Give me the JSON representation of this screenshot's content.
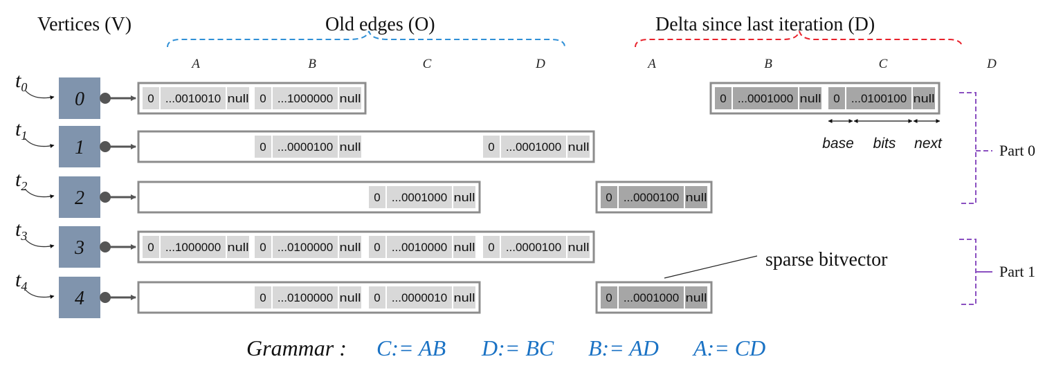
{
  "headings": {
    "vertices": "Vertices (V)",
    "old_edges": "Old edges (O)",
    "delta": "Delta since last iteration (D)"
  },
  "old_columns": [
    "A",
    "B",
    "C",
    "D"
  ],
  "delta_columns": [
    "A",
    "B",
    "C",
    "D"
  ],
  "vertices": [
    {
      "t": "t",
      "sub": "0",
      "id": "0"
    },
    {
      "t": "t",
      "sub": "1",
      "id": "1"
    },
    {
      "t": "t",
      "sub": "2",
      "id": "2"
    },
    {
      "t": "t",
      "sub": "3",
      "id": "3"
    },
    {
      "t": "t",
      "sub": "4",
      "id": "4"
    }
  ],
  "old_rows": [
    {
      "row": 0,
      "entries": [
        {
          "col": 0,
          "base": "0",
          "bits": "...0010010",
          "next": "null"
        },
        {
          "col": 1,
          "base": "0",
          "bits": "...1000000",
          "next": "null"
        }
      ]
    },
    {
      "row": 1,
      "entries": [
        {
          "col": 1,
          "base": "0",
          "bits": "...0000100",
          "next": "null"
        },
        {
          "col": 3,
          "base": "0",
          "bits": "...0001000",
          "next": "null"
        }
      ]
    },
    {
      "row": 2,
      "entries": [
        {
          "col": 2,
          "base": "0",
          "bits": "...0001000",
          "next": "null"
        }
      ]
    },
    {
      "row": 3,
      "entries": [
        {
          "col": 0,
          "base": "0",
          "bits": "...1000000",
          "next": "null"
        },
        {
          "col": 1,
          "base": "0",
          "bits": "...0100000",
          "next": "null"
        },
        {
          "col": 2,
          "base": "0",
          "bits": "...0010000",
          "next": "null"
        },
        {
          "col": 3,
          "base": "0",
          "bits": "...0000100",
          "next": "null"
        }
      ]
    },
    {
      "row": 4,
      "entries": [
        {
          "col": 1,
          "base": "0",
          "bits": "...0100000",
          "next": "null"
        },
        {
          "col": 2,
          "base": "0",
          "bits": "...0000010",
          "next": "null"
        }
      ]
    }
  ],
  "delta_rows": [
    {
      "row": 0,
      "entries": [
        {
          "col": 1,
          "base": "0",
          "bits": "...0001000",
          "next": "null"
        },
        {
          "col": 2,
          "base": "0",
          "bits": "...0100100",
          "next": "null"
        }
      ]
    },
    {
      "row": 2,
      "entries": [
        {
          "col": 0,
          "base": "0",
          "bits": "...0000100",
          "next": "null"
        }
      ]
    },
    {
      "row": 4,
      "entries": [
        {
          "col": 0,
          "base": "0",
          "bits": "...0001000",
          "next": "null"
        }
      ]
    }
  ],
  "field_labels": {
    "base": "base",
    "bits": "bits",
    "next": "next"
  },
  "annotation": "sparse bitvector",
  "parts": [
    "Part 0",
    "Part 1"
  ],
  "grammar": {
    "label": "Grammar :",
    "rules": [
      "C:= AB",
      "D:= BC",
      "B:= AD",
      "A:= CD"
    ]
  },
  "colors": {
    "vertex_fill": "#8094ad",
    "cell_light": "#d8d8d8",
    "cell_dark": "#a6a6a6",
    "box_border": "#8c8c8c",
    "old_brace": "#2e8fd6",
    "delta_brace": "#e8212b",
    "part_bracket": "#8a4fc0",
    "grammar_blue": "#1a72c4"
  }
}
